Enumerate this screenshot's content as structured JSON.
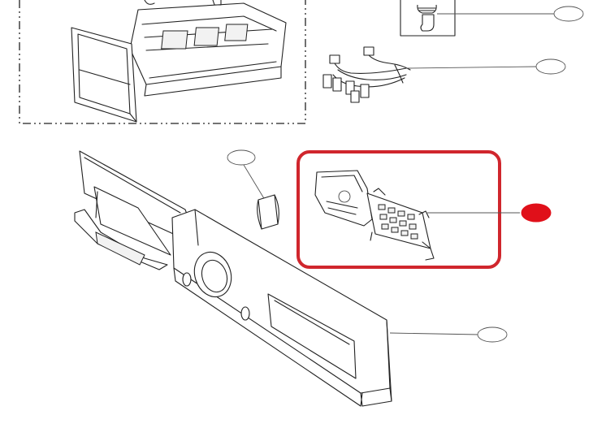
{
  "diagram": {
    "colors": {
      "line": "#222222",
      "highlight_box": "#d0262d",
      "selected_callout": "#e0101a",
      "callout_outline": "#555555",
      "background": "#ffffff"
    },
    "parts": [
      {
        "name": "detergent-drawer",
        "callout_label": ""
      },
      {
        "name": "hose-connector",
        "callout_label": ""
      },
      {
        "name": "wire-harness",
        "callout_label": ""
      },
      {
        "name": "knob-cap",
        "callout_label": ""
      },
      {
        "name": "pcb-assembly",
        "callout_label": "",
        "selected": true
      },
      {
        "name": "control-panel",
        "callout_label": ""
      }
    ]
  }
}
